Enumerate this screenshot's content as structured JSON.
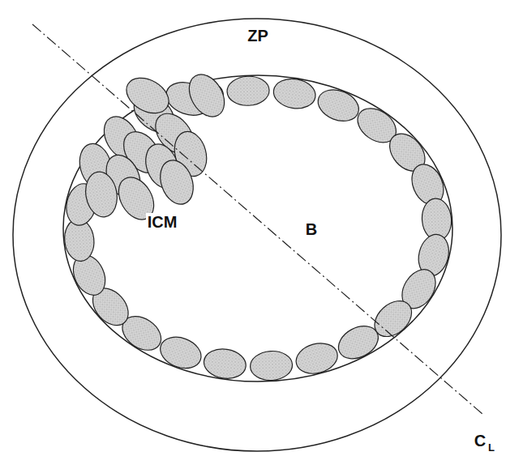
{
  "diagram": {
    "labels": [
      "ZP",
      "ICM",
      "B",
      "C",
      "L"
    ]
  }
}
